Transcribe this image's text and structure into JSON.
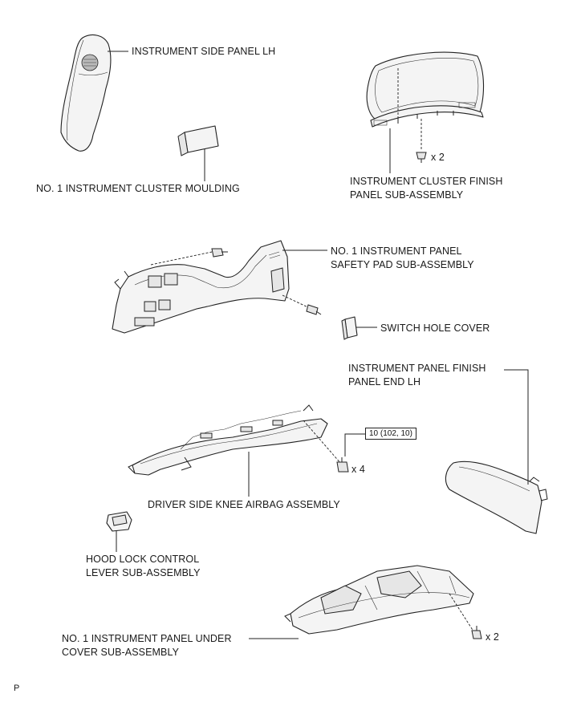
{
  "labels": {
    "side_panel": "INSTRUMENT SIDE PANEL LH",
    "cluster_moulding": "NO. 1 INSTRUMENT CLUSTER MOULDING",
    "cluster_finish_1": "INSTRUMENT CLUSTER FINISH",
    "cluster_finish_2": "PANEL SUB-ASSEMBLY",
    "cluster_qty": "x 2",
    "safety_pad_1": "NO. 1 INSTRUMENT PANEL",
    "safety_pad_2": "SAFETY PAD SUB-ASSEMBLY",
    "switch_cover": "SWITCH HOLE COVER",
    "finish_end_1": "INSTRUMENT PANEL FINISH",
    "finish_end_2": "PANEL END LH",
    "torque": "10 (102, 10)",
    "airbag_qty": "x 4",
    "knee_airbag": "DRIVER SIDE KNEE AIRBAG ASSEMBLY",
    "hood_lock_1": "HOOD LOCK CONTROL",
    "hood_lock_2": "LEVER SUB-ASSEMBLY",
    "under_cover_1": "NO. 1 INSTRUMENT PANEL UNDER",
    "under_cover_2": "COVER SUB-ASSEMBLY",
    "under_cover_qty": "x 2",
    "corner_mark": "P"
  },
  "colors": {
    "line": "#222222",
    "part_fill": "#f4f4f4",
    "background": "#ffffff"
  }
}
